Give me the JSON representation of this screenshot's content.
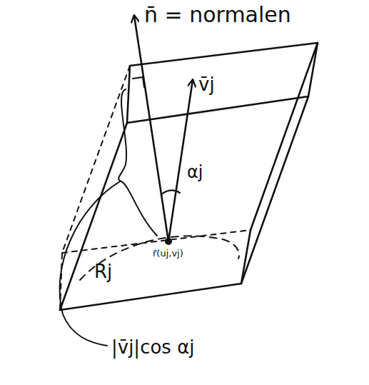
{
  "diagram": {
    "labels": [
      "n̄ = normalen",
      "v̄j",
      "αj",
      "Rj",
      "r̄(uj,vj)",
      "|v̄j|cos αj"
    ]
  }
}
